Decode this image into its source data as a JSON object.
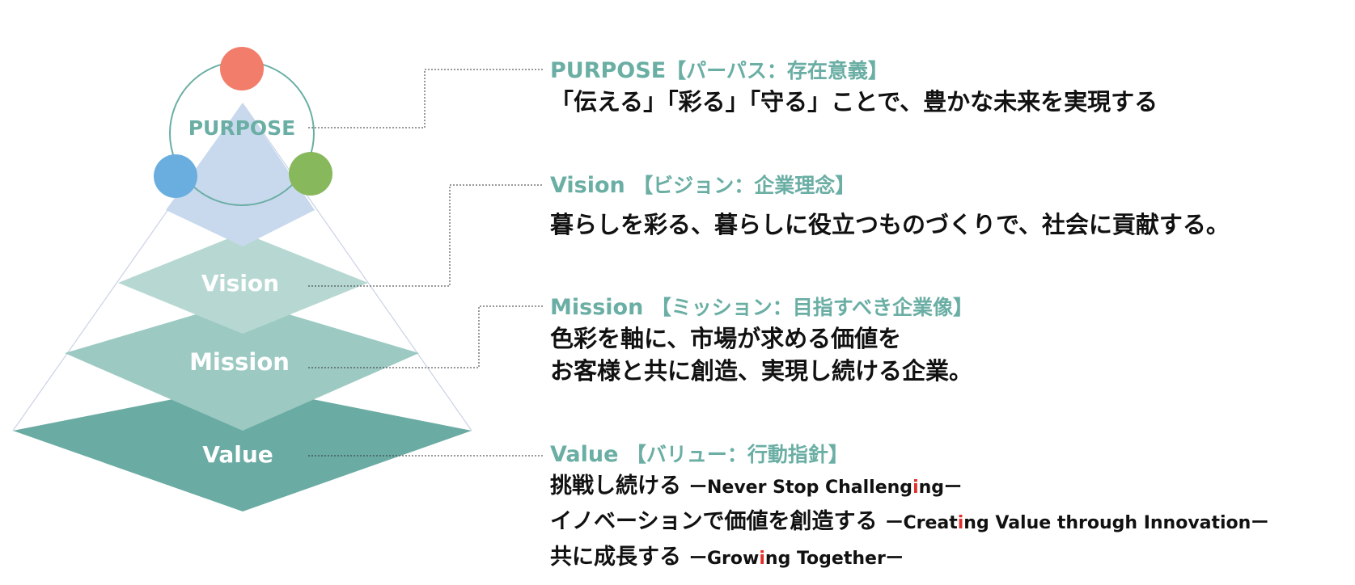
{
  "colors": {
    "accent_teal": "#6aaea4",
    "purpose_triangle": "#c8d9ee",
    "vision_layer": "#b7d8d2",
    "mission_layer": "#9ccac3",
    "value_layer": "#6aaba3",
    "circle_red": "#f27d6b",
    "circle_blue": "#6aaee0",
    "circle_green": "#88b85c",
    "highlight_red": "#e0302b",
    "text_dark": "#111111"
  },
  "pyramid": {
    "purpose_label": "PURPOSE",
    "vision_label": "Vision",
    "mission_label": "Mission",
    "value_label": "Value"
  },
  "purpose": {
    "title": "PURPOSE",
    "subtitle": "【パーパス：存在意義】",
    "body": "「伝える」「彩る」「守る」ことで、豊かな未来を実現する"
  },
  "vision": {
    "title": "Vision",
    "subtitle": "【ビジョン：企業理念】",
    "body": "暮らしを彩る、暮らしに役立つものづくりで、社会に貢献する。"
  },
  "mission": {
    "title": "Mission",
    "subtitle": "【ミッション：目指すべき企業像】",
    "body_line1": "色彩を軸に、市場が求める価値を",
    "body_line2": "お客様と共に創造、実現し続ける企業。"
  },
  "value": {
    "title": "Value",
    "subtitle": "【バリュー：行動指針】",
    "items": [
      {
        "jp": "挑戦し続ける",
        "en_pre": "ーNever Stop Challeng",
        "en_hl": "i",
        "en_post": "ngー"
      },
      {
        "jp": "イノベーションで価値を創造する",
        "en_pre": "ーCreat",
        "en_hl": "i",
        "en_post": "ng Value through Innovationー"
      },
      {
        "jp": "共に成長する",
        "en_pre": "ーGrow",
        "en_hl": "i",
        "en_post": "ng Togetherー"
      }
    ]
  }
}
